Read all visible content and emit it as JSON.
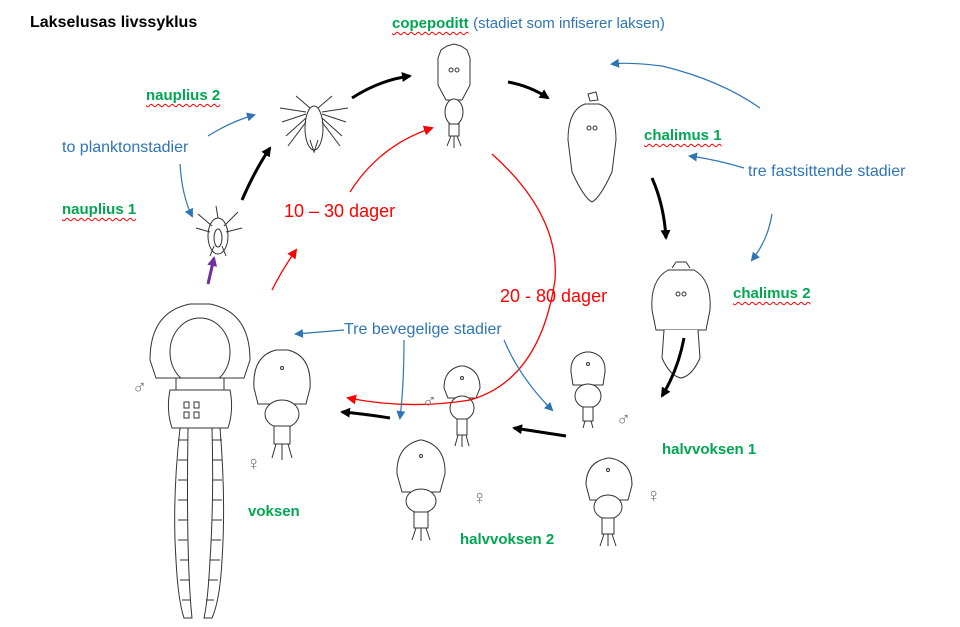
{
  "title": "Lakselusas livssyklus",
  "stages": {
    "copepoditt": "copepoditt",
    "copepoditt_note": "(stadiet som infiserer laksen)",
    "nauplius1": "nauplius 1",
    "nauplius2": "nauplius 2",
    "chalimus1": "chalimus 1",
    "chalimus2": "chalimus 2",
    "halvvoksen1": "halvvoksen  1",
    "halvvoksen2": "halvvoksen 2",
    "voksen": "voksen"
  },
  "groups": {
    "plankton": "to planktonstadier",
    "attached": "tre fastsittende stadier",
    "mobile": "Tre bevegelige stadier"
  },
  "durations": {
    "short": "10 – 30 dager",
    "long": "20 - 80 dager"
  },
  "symbols": {
    "male": "♂",
    "female": "♀"
  },
  "colors": {
    "stage_label": "#00a651",
    "group_label": "#2e75b6",
    "duration": "#ff0000",
    "cycle_arrow": "#000000",
    "hatch_arrow": "#7030a0"
  }
}
